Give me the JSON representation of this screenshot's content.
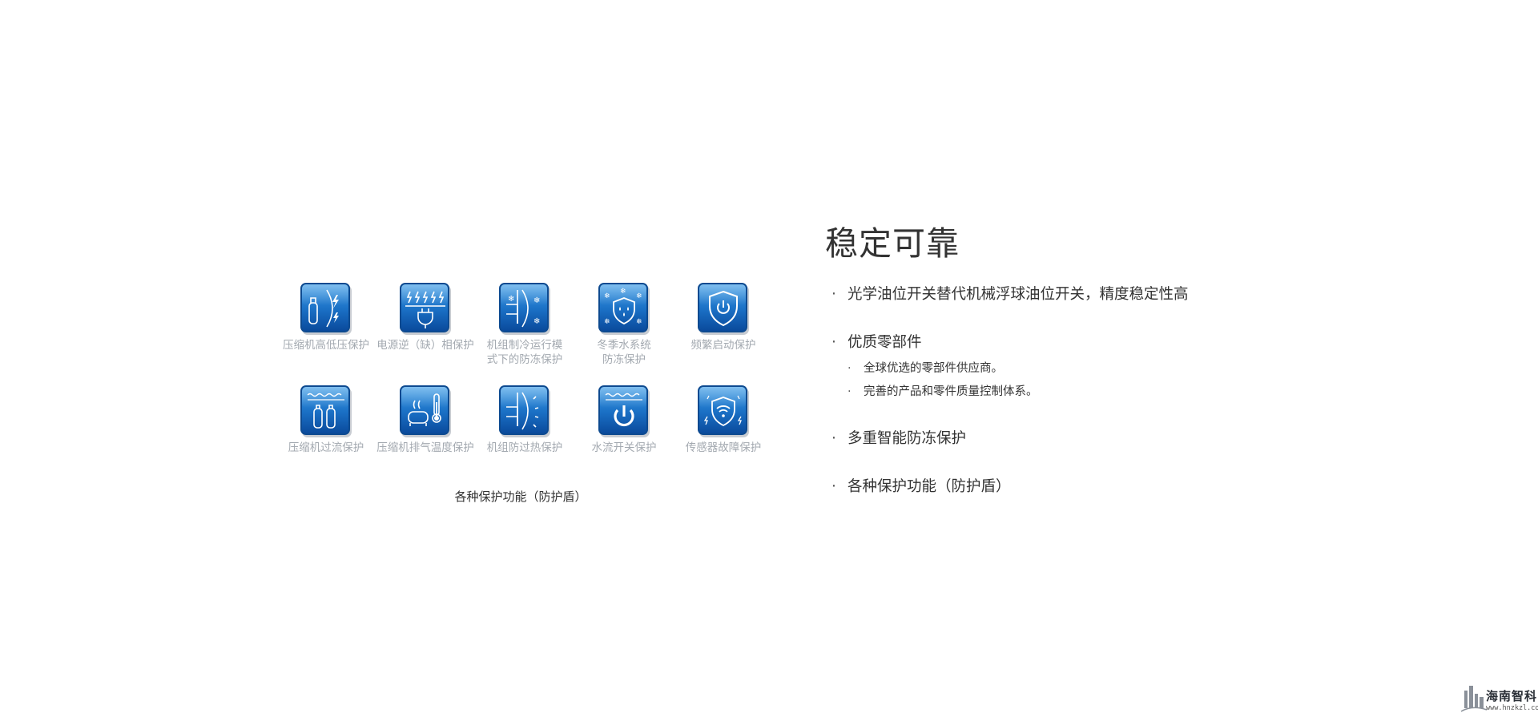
{
  "title": "稳定可靠",
  "bullets": [
    {
      "text": "光学油位开关替代机械浮球油位开关，精度稳定性高",
      "subs": []
    },
    {
      "text": "优质零部件",
      "subs": [
        "全球优选的零部件供应商。",
        "完善的产品和零件质量控制体系。"
      ]
    },
    {
      "text": "多重智能防冻保护",
      "subs": []
    },
    {
      "text": "各种保护功能（防护盾）",
      "subs": []
    }
  ],
  "icon_grid": {
    "rows": [
      [
        {
          "icon": "compressor-lightning-icon",
          "label": "压缩机高低压保护"
        },
        {
          "icon": "power-plug-icon",
          "label": "电源逆（缺）相保护"
        },
        {
          "icon": "unit-snowflake-icon",
          "label": "机组制冷运行模\n式下的防冻保护"
        },
        {
          "icon": "shield-snowflake-drops-icon",
          "label": "冬季水系统\n防冻保护"
        },
        {
          "icon": "shield-power-icon",
          "label": "频繁启动保护"
        }
      ],
      [
        {
          "icon": "compressor-wave-icon",
          "label": "压缩机过流保护"
        },
        {
          "icon": "compressor-thermometer-icon",
          "label": "压缩机排气温度保护"
        },
        {
          "icon": "unit-heat-icon",
          "label": "机组防过热保护"
        },
        {
          "icon": "water-power-icon",
          "label": "水流开关保护"
        },
        {
          "icon": "shield-wifi-icon",
          "label": "传感器故障保护"
        }
      ]
    ],
    "caption": "各种保护功能（防护盾）"
  },
  "watermark": {
    "name": "海南智科",
    "url": "www.hnzkzl.com"
  },
  "colors": {
    "tile_top": "#2f8fde",
    "tile_bottom": "#0b4ea2",
    "caption_gray": "#a3a9b0",
    "text": "#333333"
  }
}
